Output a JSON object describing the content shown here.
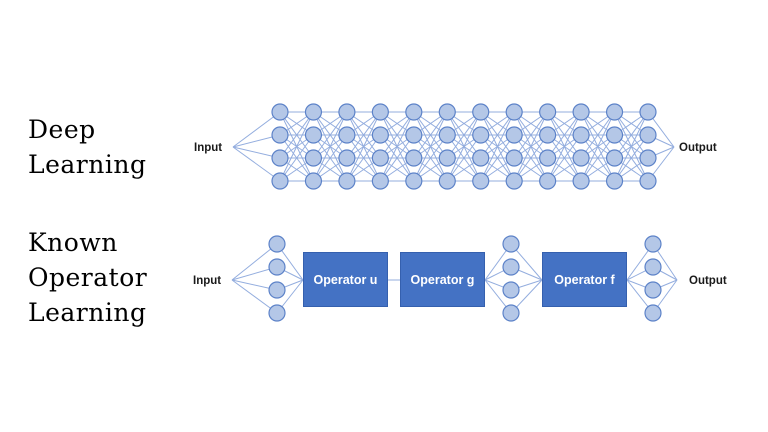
{
  "slide": {
    "background": "#ffffff",
    "colors": {
      "node_fill": "#b4c7e7",
      "node_stroke": "#5c82c8",
      "edge": "#8ea9dd",
      "box_fill": "#4472c4",
      "box_border": "#3560ae",
      "box_text": "#ffffff",
      "title_text": "#000000",
      "label_text": "#1a1a1a"
    },
    "deep_learning": {
      "title": "Deep Learning",
      "input_label": "Input",
      "output_label": "Output",
      "network": {
        "type": "fully-connected",
        "layers": 12,
        "nodes_per_layer": 4
      }
    },
    "known_operator_learning": {
      "title": "Known Operator Learning",
      "input_label": "Input",
      "output_label": "Output",
      "node_columns": 3,
      "nodes_per_column": 4,
      "operators": [
        {
          "label": "Operator u"
        },
        {
          "label": "Operator g"
        },
        {
          "label": "Operator f"
        }
      ]
    }
  }
}
